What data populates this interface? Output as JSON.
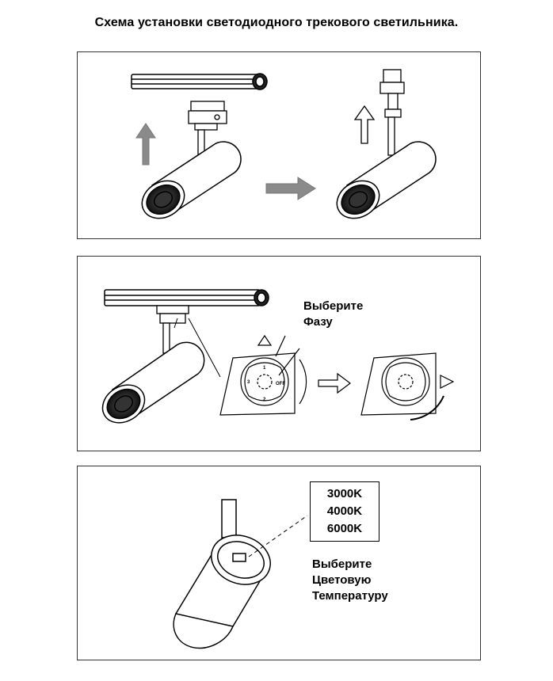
{
  "title": "Схема установки светодиодного трекового светильника.",
  "step2": {
    "label_line1": "Выберите",
    "label_line2": "Фазу",
    "dial_marks": [
      "1",
      "2",
      "3",
      "OFF"
    ]
  },
  "step3": {
    "temperatures": [
      "3000K",
      "4000K",
      "6000K"
    ],
    "label_line1": "Выберите",
    "label_line2": "Цветовую",
    "label_line3": "Температуру"
  },
  "colors": {
    "stroke": "#000000",
    "arrow_fill": "#8a8a8a",
    "panel_border": "#333333"
  }
}
